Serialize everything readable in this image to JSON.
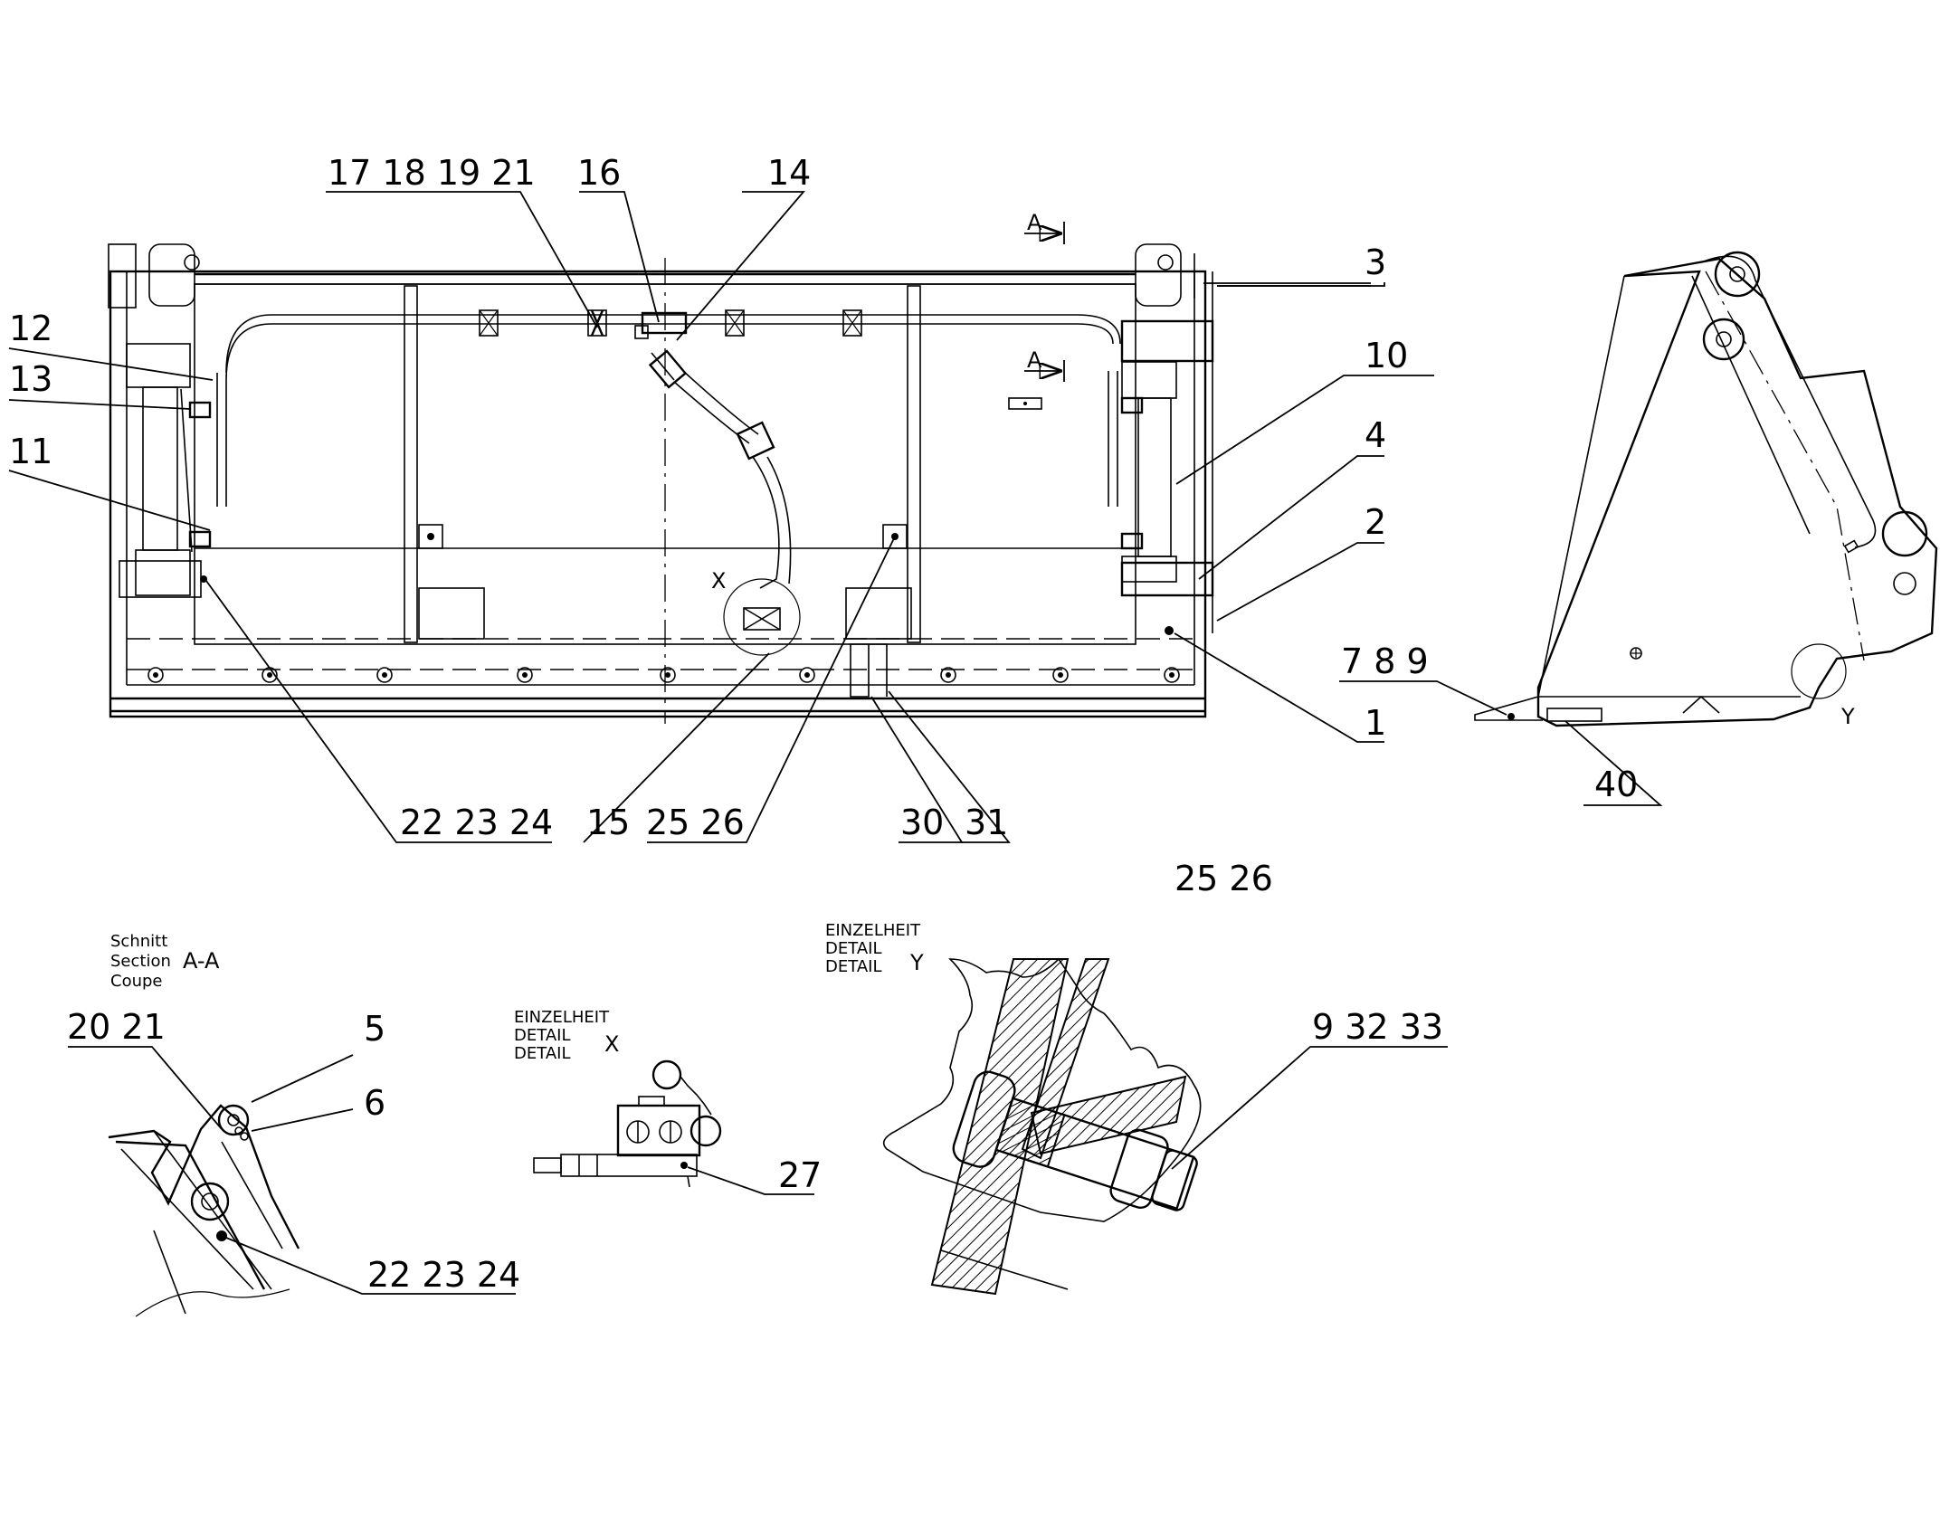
{
  "callouts": {
    "c17_18_19_21": "17 18 19 21",
    "c16": "16",
    "c14": "14",
    "c3": "3",
    "c10": "10",
    "c4": "4",
    "c2": "2",
    "c12": "12",
    "c13": "13",
    "c11": "11",
    "c1": "1",
    "c7_8_9": "7 8 9",
    "c40": "40",
    "c22_23_24_main": "22 23 24",
    "c15": "15",
    "c25_26_a": "25 26",
    "c30": "30",
    "c31": "31",
    "c25_26_b": "25 26",
    "c20_21": "20 21",
    "c5": "5",
    "c6": "6",
    "c22_23_24_section": "22 23 24",
    "c27": "27",
    "c9_32_33": "9 32 33"
  },
  "markers": {
    "section_a_top": "A",
    "section_a_mid": "A",
    "detail_x": "X",
    "detail_y": "Y"
  },
  "section_aa": {
    "line1": "Schnitt",
    "line2": "Section",
    "line3": "Coupe",
    "designation": "A-A"
  },
  "detail_x": {
    "line1": "EINZELHEIT",
    "line2": "DETAIL",
    "line3": "DETAIL",
    "designation": "X"
  },
  "detail_y": {
    "line1": "EINZELHEIT",
    "line2": "DETAIL",
    "line3": "DETAIL",
    "designation": "Y"
  }
}
